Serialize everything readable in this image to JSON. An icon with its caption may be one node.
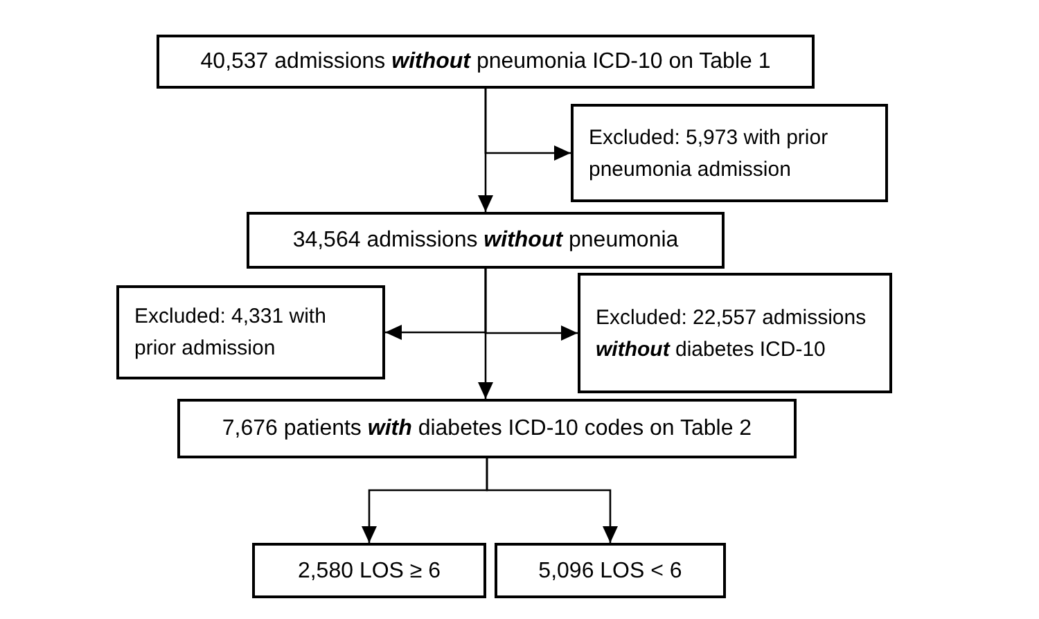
{
  "diagram": {
    "nodes": [
      {
        "text": [
          "40,537 admissions **without** pneumonia ICD-10 on Table 1"
        ]
      },
      {
        "text": [
          "Excluded: 5,973 with prior pneumonia admission"
        ]
      },
      {
        "text": [
          "34,564 admissions **without** pneumonia"
        ]
      },
      {
        "text": [
          "Excluded: 4,331 with prior admission"
        ]
      },
      {
        "text": [
          "Excluded: 22,557 admissions **without** diabetes ICD-10"
        ]
      },
      {
        "text": [
          "7,676 patients **with** diabetes ICD-10 codes on Table 2"
        ]
      },
      {
        "text": [
          "2,580 LOS ≥ 6"
        ]
      },
      {
        "text": [
          "5,096 LOS < 6"
        ]
      }
    ],
    "edges": [
      {
        "from": 0,
        "to": 2,
        "arrow": "to"
      },
      {
        "from": 0,
        "to": 1,
        "arrow": "to"
      },
      {
        "from": 2,
        "to": 5,
        "arrow": "to"
      },
      {
        "from": 2,
        "to": 3,
        "arrow": "to"
      },
      {
        "from": 2,
        "to": 4,
        "arrow": "to"
      },
      {
        "from": 5,
        "to": 6,
        "arrow": "to"
      },
      {
        "from": 5,
        "to": 7,
        "arrow": "to"
      }
    ]
  }
}
